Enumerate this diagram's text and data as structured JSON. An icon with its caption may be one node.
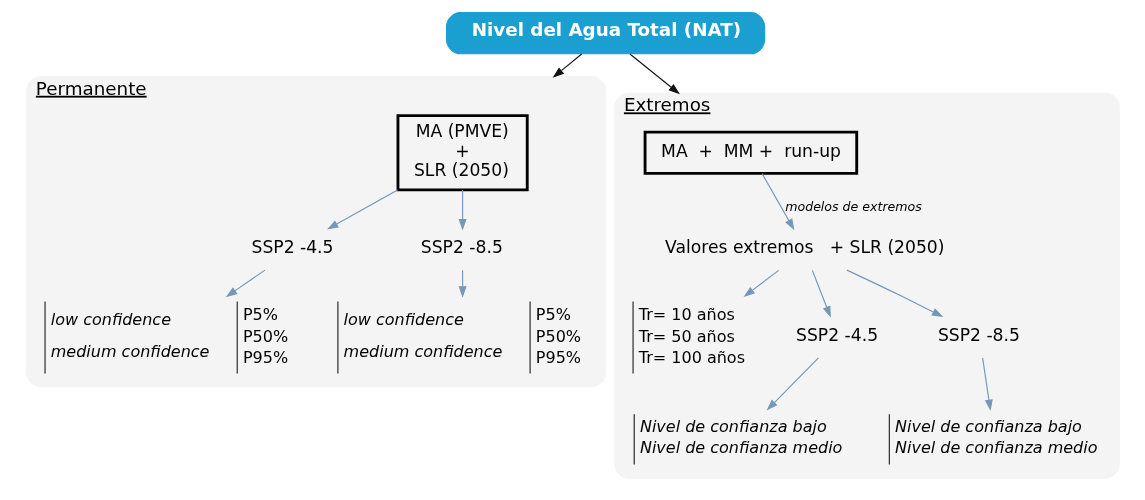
{
  "diagram": {
    "nodes": [
      {
        "text": [
          "Nivel del Agua Total (NAT)"
        ]
      },
      {
        "text": [
          "Permanente"
        ]
      },
      {
        "text": [
          "MA (PMVE)",
          "+",
          "SLR (2050)"
        ],
        "in": 1
      },
      {
        "text": [
          "SSP2 -4.5"
        ],
        "in": 1
      },
      {
        "text": [
          "low confidence",
          "medium confidence",
          "P5%",
          "P50%",
          "P95%"
        ],
        "in": 1
      },
      {
        "text": [
          "SSP2 -8.5"
        ],
        "in": 1
      },
      {
        "text": [
          "low confidence",
          "medium confidence",
          "P5%",
          "P50%",
          "P95%"
        ],
        "in": 1
      },
      {
        "text": [
          "Extremos"
        ]
      },
      {
        "text": [
          "MA",
          "+",
          "MM +",
          "run-up"
        ],
        "in": 7
      },
      {
        "text": [
          "Valores extremos",
          "+ SLR (2050)"
        ],
        "in": 7
      },
      {
        "text": [
          "Tr= 10 años",
          "Tr= 50 años",
          "Tr= 100 años"
        ],
        "in": 7
      },
      {
        "text": [
          "SSP2 -4.5"
        ],
        "in": 7
      },
      {
        "text": [
          "Nivel de confianza bajo",
          "Nivel de confianza medio"
        ],
        "in": 7
      },
      {
        "text": [
          "SSP2 -8.5"
        ],
        "in": 7
      },
      {
        "text": [
          "Nivel de confianza bajo",
          "Nivel de confianza medio"
        ],
        "in": 7
      }
    ],
    "edges": [
      {
        "from": 0,
        "to": 1,
        "arrow": "to",
        "color": "#111111"
      },
      {
        "from": 0,
        "to": 7,
        "arrow": "to",
        "color": "#111111"
      },
      {
        "from": 2,
        "to": 3,
        "arrow": "to"
      },
      {
        "from": 2,
        "to": 5,
        "arrow": "to"
      },
      {
        "from": 3,
        "to": 4,
        "arrow": "to"
      },
      {
        "from": 5,
        "to": 6,
        "arrow": "to"
      },
      {
        "from": 8,
        "to": 9,
        "arrow": "to",
        "label": "modelos de extremos"
      },
      {
        "from": 9,
        "to": 10,
        "arrow": "to"
      },
      {
        "from": 9,
        "to": 11,
        "arrow": "to"
      },
      {
        "from": 9,
        "to": 13,
        "arrow": "to"
      },
      {
        "from": 11,
        "to": 12,
        "arrow": "to"
      },
      {
        "from": 13,
        "to": 14,
        "arrow": "to"
      }
    ]
  }
}
